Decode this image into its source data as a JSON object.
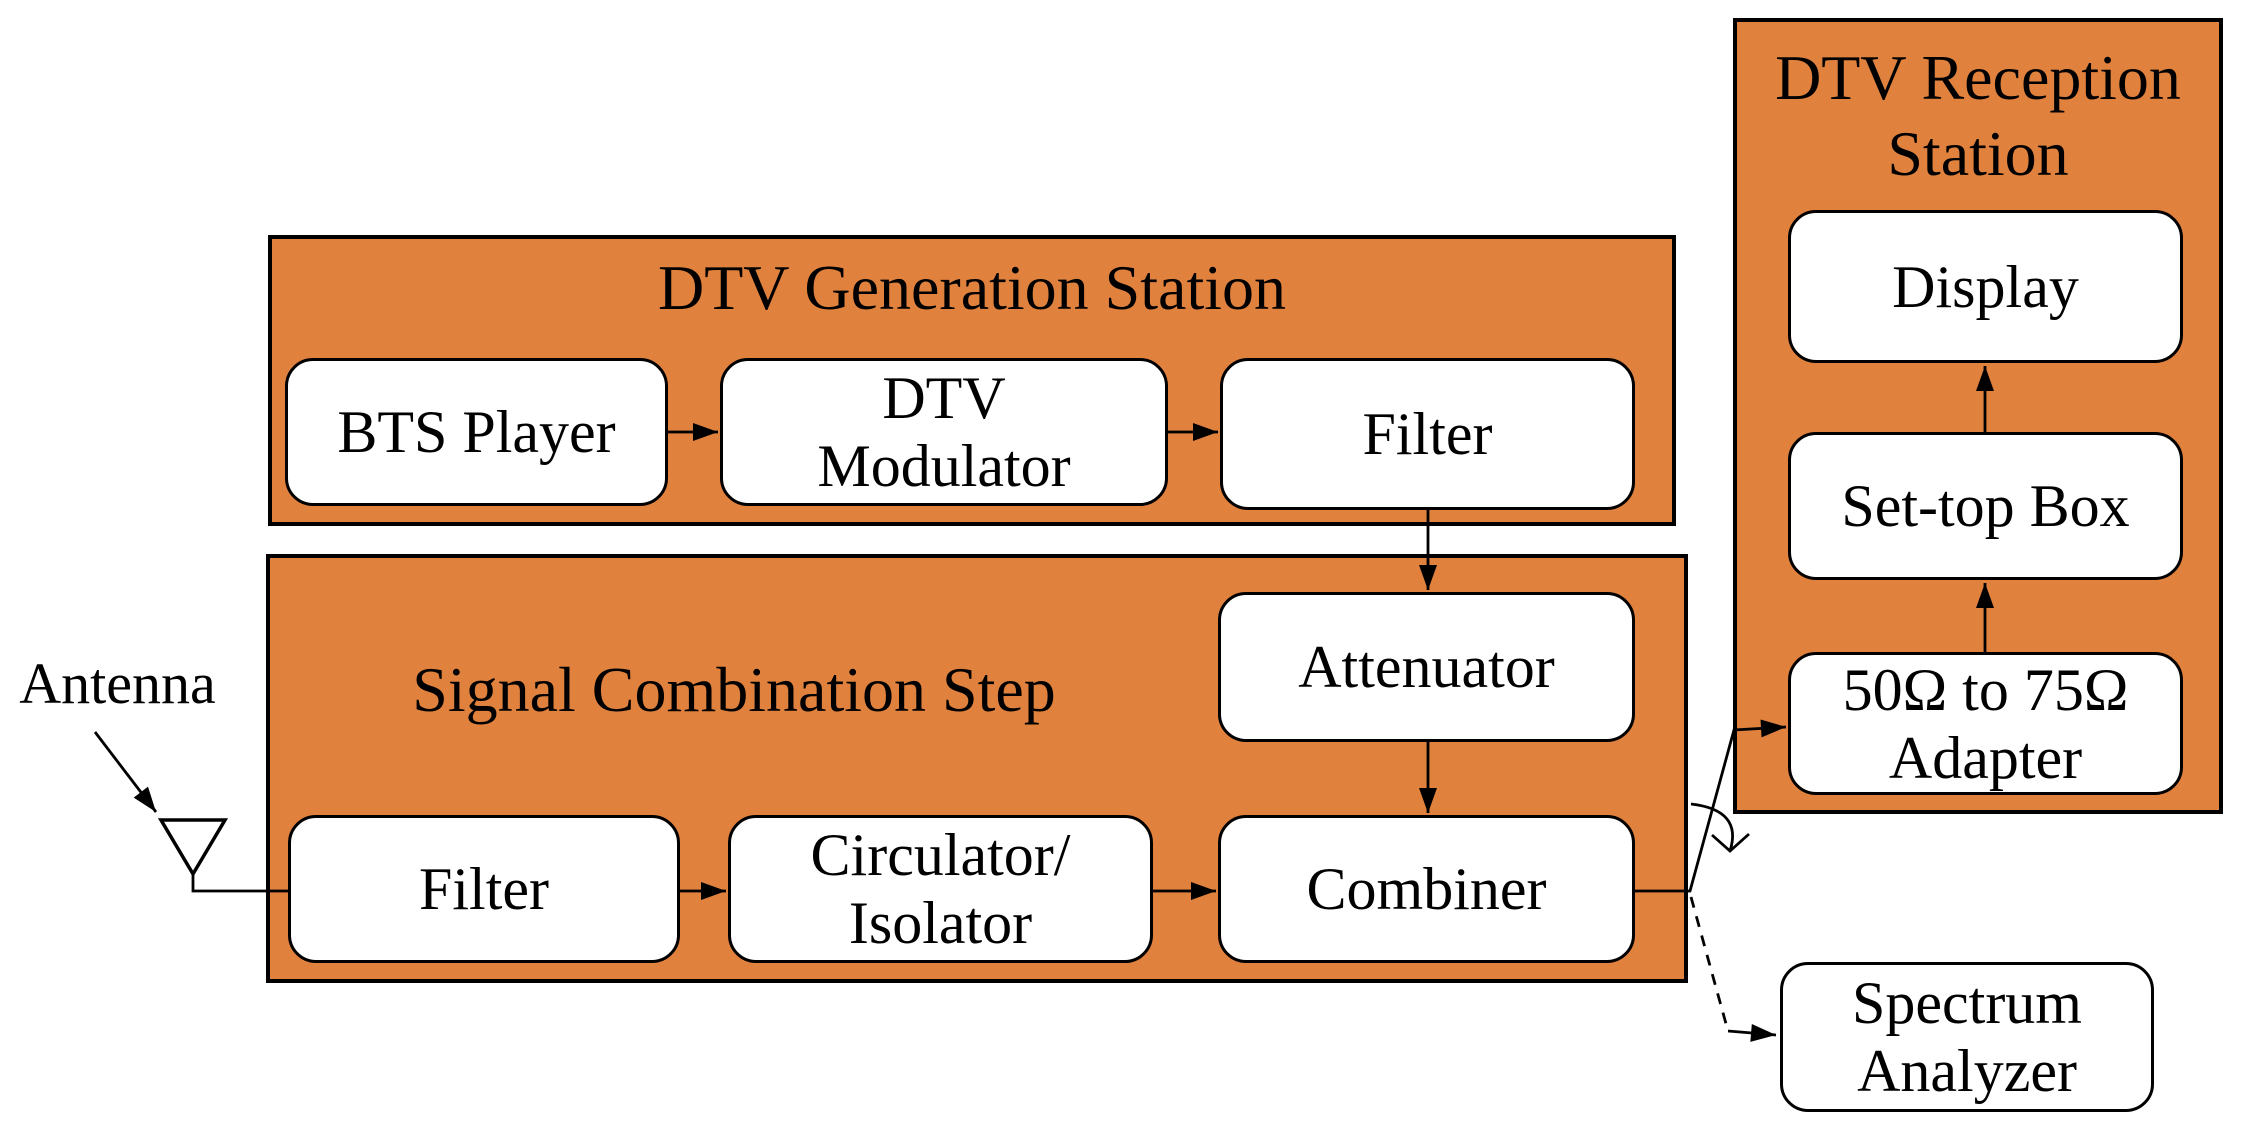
{
  "diagram": {
    "colors": {
      "station_fill": "#E0813E",
      "station_border": "#000000",
      "node_fill": "#FFFFFF",
      "node_border": "#000000",
      "line": "#000000",
      "text": "#000000",
      "background": "#FFFFFF"
    },
    "stations": {
      "generation": {
        "title": "DTV Generation Station"
      },
      "combination": {
        "title": "Signal Combination Step"
      },
      "reception": {
        "title_line1": "DTV Reception",
        "title_line2": "Station"
      }
    },
    "nodes": {
      "bts_player": {
        "label": "BTS Player"
      },
      "dtv_modulator": {
        "line1": "DTV",
        "line2": "Modulator"
      },
      "filter_generation": {
        "label": "Filter"
      },
      "attenuator": {
        "label": "Attenuator"
      },
      "filter_combination": {
        "label": "Filter"
      },
      "circulator_isolator": {
        "line1": "Circulator/",
        "line2": "Isolator"
      },
      "combiner": {
        "label": "Combiner"
      },
      "display": {
        "label": "Display"
      },
      "set_top_box": {
        "label": "Set-top Box"
      },
      "adapter_50_75": {
        "line1": "50Ω to 75Ω",
        "line2": "Adapter"
      },
      "spectrum_analyzer": {
        "line1": "Spectrum",
        "line2": "Analyzer"
      }
    },
    "antenna": {
      "label": "Antenna"
    },
    "connections": [
      {
        "from": "antenna",
        "to": "filter_combination",
        "style": "solid-line"
      },
      {
        "from": "bts_player",
        "to": "dtv_modulator",
        "style": "solid-arrow"
      },
      {
        "from": "dtv_modulator",
        "to": "filter_generation",
        "style": "solid-arrow"
      },
      {
        "from": "filter_generation",
        "to": "attenuator",
        "style": "solid-arrow"
      },
      {
        "from": "attenuator",
        "to": "combiner",
        "style": "solid-arrow"
      },
      {
        "from": "filter_combination",
        "to": "circulator_isolator",
        "style": "solid-arrow"
      },
      {
        "from": "circulator_isolator",
        "to": "combiner",
        "style": "solid-arrow"
      },
      {
        "from": "combiner",
        "to": "adapter_50_75",
        "style": "solid-arrow"
      },
      {
        "from": "combiner",
        "to": "spectrum_analyzer",
        "style": "dashed-arrow"
      },
      {
        "from": "adapter_50_75",
        "to": "set_top_box",
        "style": "solid-arrow"
      },
      {
        "from": "set_top_box",
        "to": "display",
        "style": "solid-arrow"
      }
    ]
  }
}
